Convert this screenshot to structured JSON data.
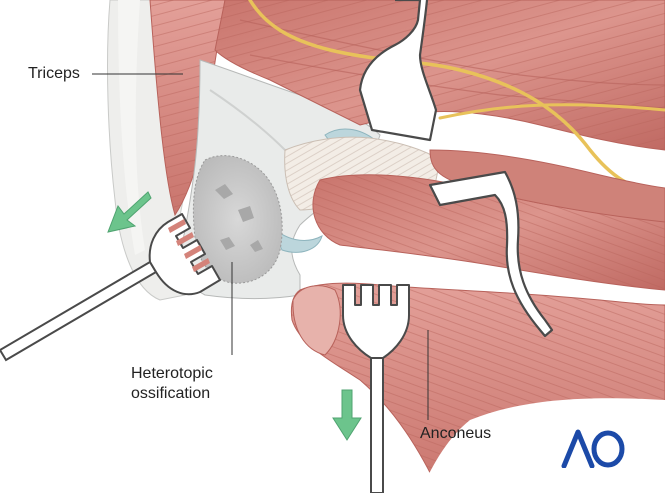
{
  "labels": {
    "triceps": "Triceps",
    "heterotopic_line1": "Heterotopic",
    "heterotopic_line2": "ossification",
    "anconeus": "Anconeus"
  },
  "logo": {
    "text": "AO",
    "color": "#1c4aa8"
  },
  "icons": {
    "arrow_left": "arrow-down-left-icon",
    "arrow_down": "arrow-down-icon"
  },
  "colors": {
    "muscle": "#d4837a",
    "muscle_dark": "#b85c55",
    "muscle_light": "#e8aaa2",
    "nerve": "#e8c25a",
    "bone": "#e9ebea",
    "ossification": "#c8c8c8",
    "cartilage_blue": "#bcd6dc",
    "arrow": "#6cc48c",
    "retractor_outline": "#4a4a4a"
  }
}
